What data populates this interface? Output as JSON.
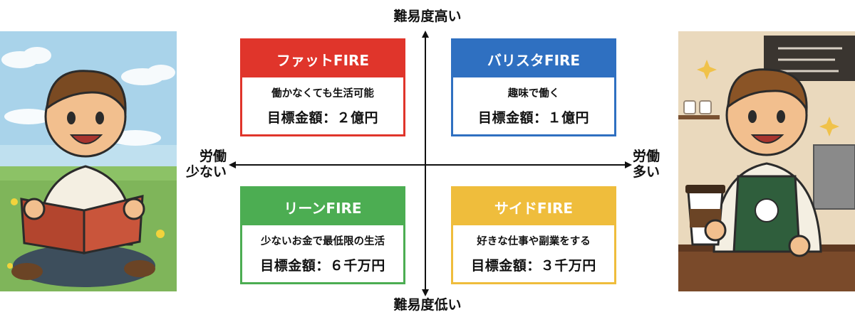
{
  "axes": {
    "top": "難易度高い",
    "bottom": "難易度低い",
    "left": [
      "労働",
      "少ない"
    ],
    "right": [
      "労働",
      "多い"
    ]
  },
  "quadrants": {
    "top_left": {
      "title": "ファットFIRE",
      "description": "働かなくても生活可能",
      "target": "目標金額：２億円",
      "color": "#e0352b"
    },
    "top_right": {
      "title": "バリスタFIRE",
      "description": "趣味で働く",
      "target": "目標金額：１億円",
      "color": "#2f70c1"
    },
    "bottom_left": {
      "title": "リーンFIRE",
      "description": "少ないお金で最低限の生活",
      "target": "目標金額：６千万円",
      "color": "#4cad52"
    },
    "bottom_right": {
      "title": "サイドFIRE",
      "description": "好きな仕事や副業をする",
      "target": "目標金額：３千万円",
      "color": "#efbd3c"
    }
  }
}
